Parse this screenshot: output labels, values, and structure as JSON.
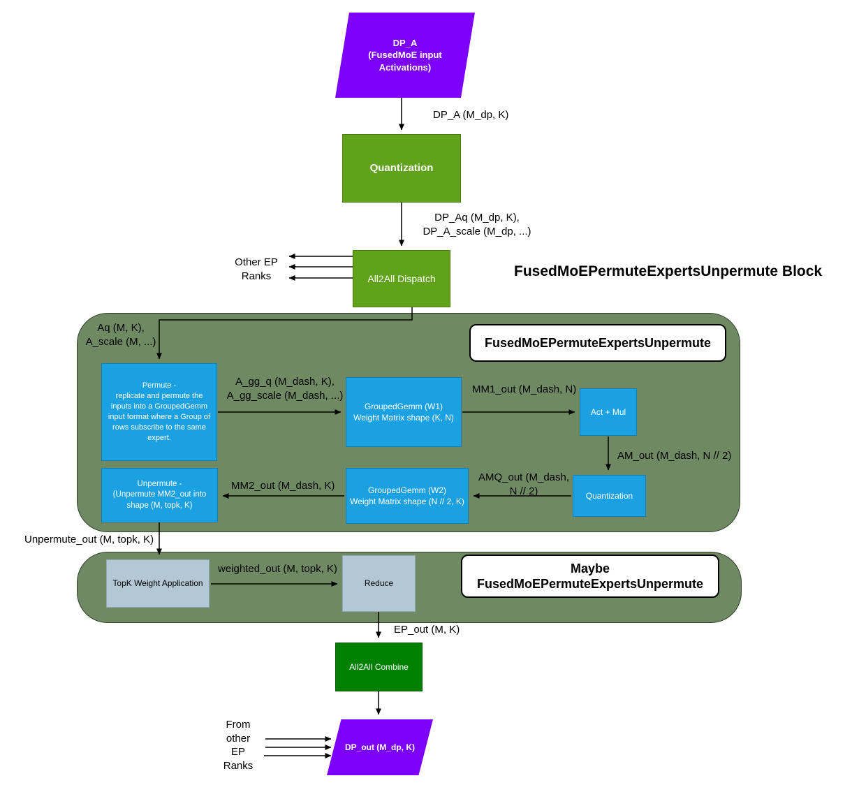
{
  "colors": {
    "purple": "#7D00FB",
    "green": "#60A31A",
    "sage": "#6F8A63",
    "blue": "#1BA1E2",
    "steel": "#B4C7D4",
    "darkgreen": "#008000",
    "arrow": "#000000"
  },
  "titles": {
    "block_title": "FusedMoEPermuteExpertsUnpermute Block",
    "container1_title": "FusedMoEPermuteExpertsUnpermute",
    "container2_title": "Maybe\nFusedMoEPermuteExpertsUnpermute"
  },
  "nodes": {
    "dp_a": "DP_A\n(FusedMoE input\nActivations)",
    "quantization": "Quantization",
    "all2all_dispatch": "All2All Dispatch",
    "permute": "Permute -\nreplicate and permute the\ninputs into a GroupedGemm\ninput format where a Group of\nrows subscribe to the same\nexpert.",
    "grouped_gemm_w1": "GroupedGemm (W1)\nWeight Matrix shape (K, N)",
    "act_mul": "Act + Mul",
    "quantization_inner": "Quantization",
    "grouped_gemm_w2": "GroupedGemm (W2)\nWeight Matrix shape (N // 2, K)",
    "unpermute": "Unpermute -\n(Unpermute MM2_out into\nshape (M, topk, K)",
    "topk_weight_application": "TopK Weight Application",
    "reduce": "Reduce",
    "all2all_combine": "All2All Combine",
    "dp_out": "DP_out (M_dp, K)"
  },
  "edge_labels": {
    "dp_a": "DP_A (M_dp, K)",
    "dp_aq": "DP_Aq (M_dp, K),\nDP_A_scale (M_dp, ...)",
    "other_ep_ranks": "Other EP\nRanks",
    "aq": "Aq (M, K),\nA_scale (M, ...)",
    "a_gg_q": "A_gg_q (M_dash, K),\nA_gg_scale (M_dash, ...)",
    "mm1_out": "MM1_out (M_dash, N)",
    "am_out": "AM_out (M_dash, N // 2)",
    "amq_out": "AMQ_out (M_dash,\nN // 2)",
    "mm2_out": "MM2_out (M_dash, K)",
    "unpermute_out": "Unpermute_out (M, topk, K)",
    "weighted_out": "weighted_out (M, topk, K)",
    "ep_out": "EP_out (M, K)",
    "from_other_ep_ranks": "From\nother\nEP\nRanks"
  }
}
